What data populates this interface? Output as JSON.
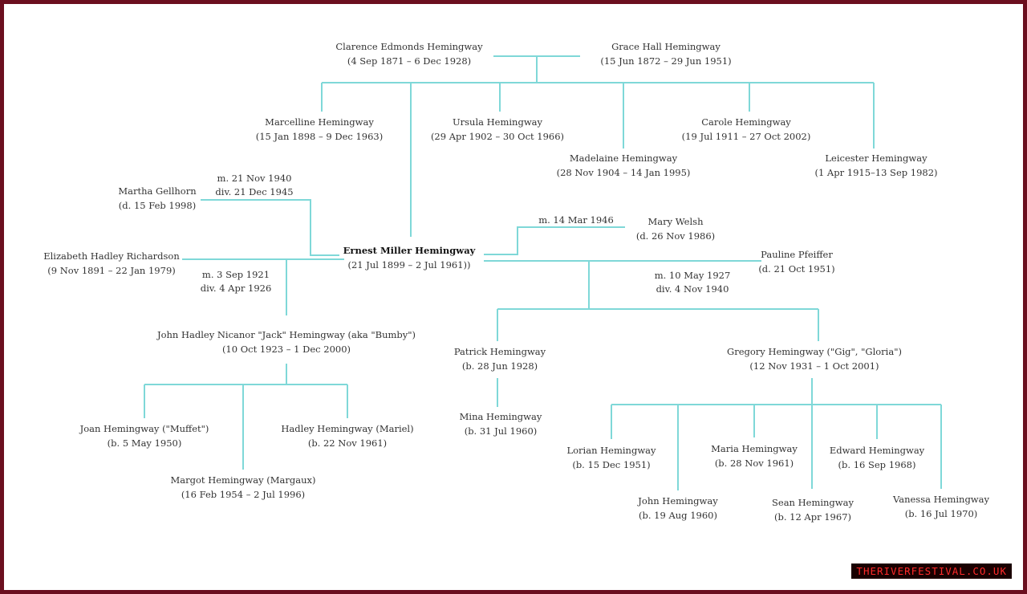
{
  "colors": {
    "frame": "#6b0f1f",
    "line": "#7fd8d8",
    "text": "#333333",
    "watermark_bg": "#1a0000",
    "watermark_text": "#ff2a2a"
  },
  "people": {
    "clarence": {
      "name": "Clarence Edmonds Hemingway",
      "dates": "(4 Sep 1871 – 6 Dec 1928)"
    },
    "grace": {
      "name": "Grace Hall Hemingway",
      "dates": "(15 Jun 1872 – 29 Jun 1951)"
    },
    "marcelline": {
      "name": "Marcelline Hemingway",
      "dates": "(15 Jan 1898 – 9 Dec 1963)"
    },
    "ursula": {
      "name": "Ursula Hemingway",
      "dates": "(29 Apr 1902 – 30 Oct 1966)"
    },
    "madelaine": {
      "name": "Madelaine Hemingway",
      "dates": "(28 Nov 1904 – 14 Jan 1995)"
    },
    "carole": {
      "name": "Carole Hemingway",
      "dates": "(19 Jul 1911 – 27 Oct 2002)"
    },
    "leicester": {
      "name": "Leicester Hemingway",
      "dates": "(1 Apr 1915–13 Sep 1982)"
    },
    "martha": {
      "name": "Martha Gellhorn",
      "dates": "(d. 15 Feb 1998)"
    },
    "ernest": {
      "name": "Ernest Miller Hemingway",
      "dates": "(21 Jul 1899 – 2 Jul 1961))"
    },
    "mary": {
      "name": "Mary Welsh",
      "dates": "(d. 26 Nov 1986)"
    },
    "pauline": {
      "name": "Pauline Pfeiffer",
      "dates": "(d. 21 Oct 1951)"
    },
    "hadley": {
      "name": "Elizabeth Hadley Richardson",
      "dates": "(9 Nov 1891 – 22 Jan 1979)"
    },
    "jack": {
      "name": "John Hadley Nicanor \"Jack\" Hemingway (aka \"Bumby\")",
      "dates": "(10 Oct 1923 – 1 Dec 2000)"
    },
    "patrick": {
      "name": "Patrick Hemingway",
      "dates": "(b. 28 Jun 1928)"
    },
    "gregory": {
      "name": "Gregory Hemingway (\"Gig\", \"Gloria\")",
      "dates": "(12 Nov 1931 – 1 Oct 2001)"
    },
    "joan": {
      "name": "Joan Hemingway (\"Muffet\")",
      "dates": "(b. 5 May 1950)"
    },
    "margot": {
      "name": "Margot Hemingway (Margaux)",
      "dates": "(16 Feb 1954 – 2 Jul 1996)"
    },
    "hadley_m": {
      "name": "Hadley Hemingway (Mariel)",
      "dates": "(b. 22 Nov 1961)"
    },
    "mina": {
      "name": "Mina Hemingway",
      "dates": "(b. 31 Jul 1960)"
    },
    "lorian": {
      "name": "Lorian Hemingway",
      "dates": "(b. 15 Dec 1951)"
    },
    "john": {
      "name": "John Hemingway",
      "dates": "(b. 19 Aug 1960)"
    },
    "maria": {
      "name": "Maria Hemingway",
      "dates": "(b. 28 Nov 1961)"
    },
    "sean": {
      "name": "Sean Hemingway",
      "dates": "(b. 12 Apr 1967)"
    },
    "edward": {
      "name": "Edward Hemingway",
      "dates": "(b. 16 Sep 1968)"
    },
    "vanessa": {
      "name": "Vanessa Hemingway",
      "dates": "(b. 16 Jul 1970)"
    }
  },
  "marriages": {
    "martha": {
      "line1": "m. 21 Nov 1940",
      "line2": "div. 21 Dec 1945"
    },
    "hadley": {
      "line1": "m. 3 Sep 1921",
      "line2": "div. 4 Apr 1926"
    },
    "mary": {
      "line1": "m. 14 Mar 1946"
    },
    "pauline": {
      "line1": "m. 10 May 1927",
      "line2": "div. 4 Nov 1940"
    }
  },
  "watermark": "THERIVERFESTIVAL.CO.UK"
}
